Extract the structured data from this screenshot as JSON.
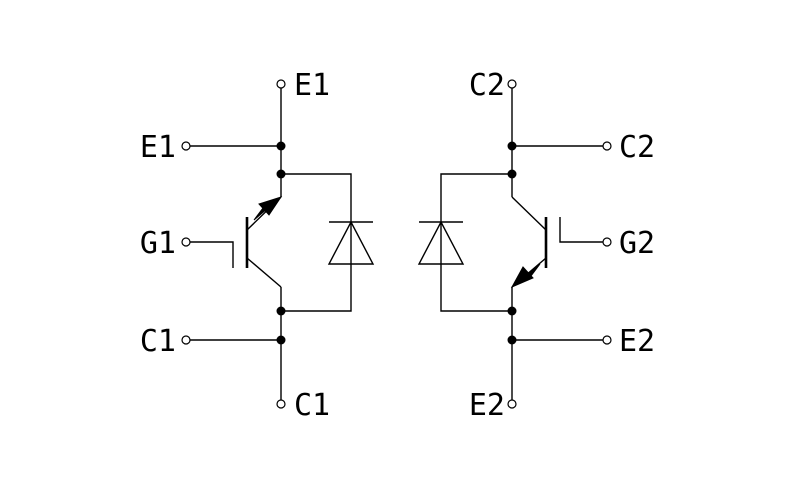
{
  "diagram": {
    "left_module": {
      "terminals": {
        "top": "E1",
        "upper_side": "E1",
        "gate": "G1",
        "lower_side": "C1",
        "bottom": "C1"
      }
    },
    "right_module": {
      "terminals": {
        "top": "C2",
        "upper_side": "C2",
        "gate": "G2",
        "lower_side": "E2",
        "bottom": "E2"
      }
    },
    "colors": {
      "line": "#000000",
      "background": "#ffffff"
    }
  }
}
